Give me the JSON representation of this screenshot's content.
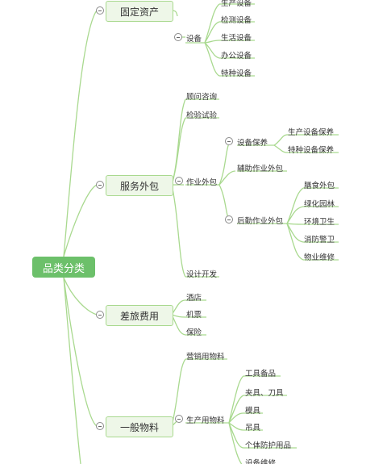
{
  "root": {
    "label": "品类分类"
  },
  "categories": {
    "fixed_assets": {
      "label": "固定资产",
      "equipment": {
        "label": "设备",
        "items": [
          "生产设备",
          "检测设备",
          "生活设备",
          "办公设备",
          "特种设备"
        ]
      }
    },
    "service_outsourcing": {
      "label": "服务外包",
      "consulting": "顾问咨询",
      "inspection": "检验试验",
      "operation": {
        "label": "作业外包",
        "maintenance": {
          "label": "设备保养",
          "items": [
            "生产设备保养",
            "特种设备保养"
          ]
        },
        "auxiliary": "辅助作业外包",
        "logistics": {
          "label": "后勤作业外包",
          "items": [
            "膳食外包",
            "绿化园林",
            "环境卫生",
            "消防警卫",
            "物业维修"
          ]
        }
      },
      "design": "设计开发"
    },
    "travel": {
      "label": "差旅费用",
      "items": [
        "酒店",
        "机票",
        "保险"
      ]
    },
    "general_materials": {
      "label": "一般物料",
      "marketing": "营销用物料",
      "production": {
        "label": "生产用物料",
        "items": [
          "工具备品",
          "夹具、刀具",
          "模具",
          "吊具",
          "个体防护用品",
          "设备维修"
        ]
      }
    }
  }
}
